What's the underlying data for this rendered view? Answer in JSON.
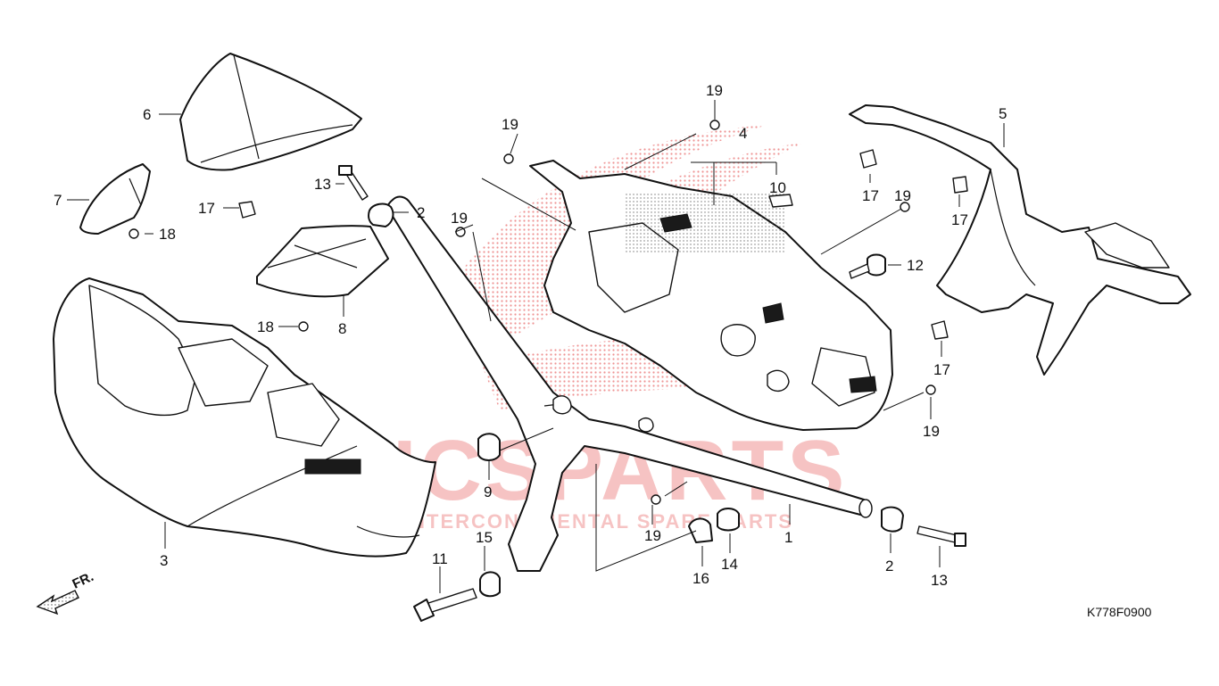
{
  "diagram": {
    "code": "K778F0900",
    "direction_label": "FR.",
    "callouts": {
      "c1": "1",
      "c2a": "2",
      "c2b": "2",
      "c3": "3",
      "c4": "4",
      "c5": "5",
      "c6": "6",
      "c7": "7",
      "c8": "8",
      "c9": "9",
      "c10": "10",
      "c11": "11",
      "c12": "12",
      "c13a": "13",
      "c13b": "13",
      "c14": "14",
      "c15": "15",
      "c16": "16",
      "c17a": "17",
      "c17b": "17",
      "c17c": "17",
      "c17d": "17",
      "c18a": "18",
      "c18b": "18",
      "c19a": "19",
      "c19b": "19",
      "c19c": "19",
      "c19d": "19",
      "c19e": "19",
      "c19f": "19"
    }
  },
  "watermark": {
    "brand": "ICSPARTS",
    "tagline": "INTERCONTINENTAL SPARE PARTS",
    "color": "#e23b3b"
  }
}
